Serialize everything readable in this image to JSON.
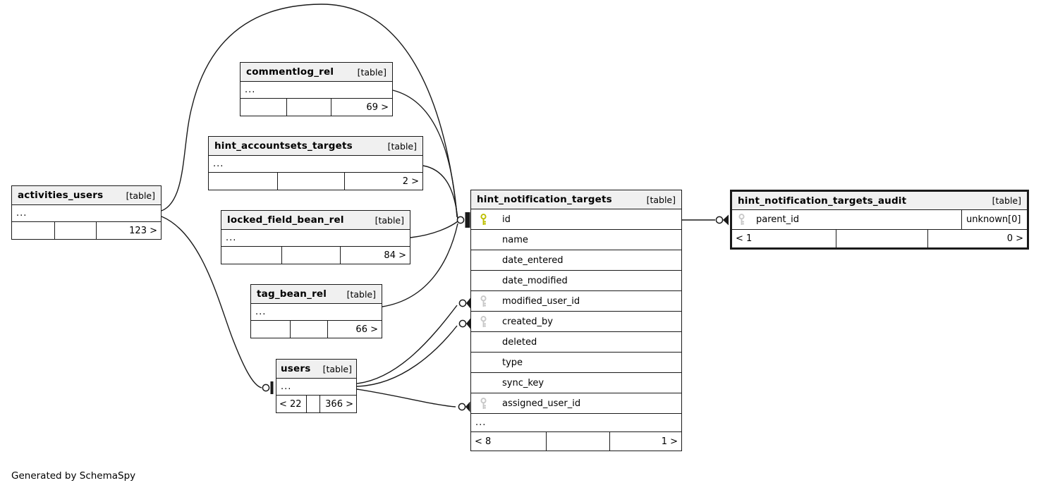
{
  "footer_note": "Generated by SchemaSpy",
  "type_label": "[table]",
  "ellipsis": "...",
  "colors": {
    "pk_key": "#bdbf00",
    "fk_key": "#c8c8c8",
    "header_bg": "#f0f0f0",
    "border": "#1a1a1a"
  },
  "tables": {
    "activities_users": {
      "name": "activities_users",
      "type_label": "[table]",
      "ellipsis": "...",
      "pager": {
        "left": "",
        "mid": "",
        "right": "123 >"
      }
    },
    "commentlog_rel": {
      "name": "commentlog_rel",
      "type_label": "[table]",
      "ellipsis": "...",
      "pager": {
        "left": "",
        "mid": "",
        "right": "69 >"
      }
    },
    "hint_accountsets_targets": {
      "name": "hint_accountsets_targets",
      "type_label": "[table]",
      "ellipsis": "...",
      "pager": {
        "left": "",
        "mid": "",
        "right": "2 >"
      }
    },
    "locked_field_bean_rel": {
      "name": "locked_field_bean_rel",
      "type_label": "[table]",
      "ellipsis": "...",
      "pager": {
        "left": "",
        "mid": "",
        "right": "84 >"
      }
    },
    "tag_bean_rel": {
      "name": "tag_bean_rel",
      "type_label": "[table]",
      "ellipsis": "...",
      "pager": {
        "left": "",
        "mid": "",
        "right": "66 >"
      }
    },
    "users": {
      "name": "users",
      "type_label": "[table]",
      "ellipsis": "...",
      "pager": {
        "left": "< 22",
        "mid": "",
        "right": "366 >"
      }
    },
    "hint_notification_targets": {
      "name": "hint_notification_targets",
      "type_label": "[table]",
      "ellipsis": "...",
      "pager": {
        "left": "< 8",
        "mid": "",
        "right": "1 >"
      },
      "columns": [
        {
          "name": "id",
          "key": "primary"
        },
        {
          "name": "name",
          "key": "none"
        },
        {
          "name": "date_entered",
          "key": "none"
        },
        {
          "name": "date_modified",
          "key": "none"
        },
        {
          "name": "modified_user_id",
          "key": "foreign"
        },
        {
          "name": "created_by",
          "key": "foreign"
        },
        {
          "name": "deleted",
          "key": "none"
        },
        {
          "name": "type",
          "key": "none"
        },
        {
          "name": "sync_key",
          "key": "none"
        },
        {
          "name": "assigned_user_id",
          "key": "foreign"
        }
      ]
    },
    "hint_notification_targets_audit": {
      "name": "hint_notification_targets_audit",
      "type_label": "[table]",
      "pager": {
        "left": "< 1",
        "mid": "",
        "right": "0 >"
      },
      "columns": [
        {
          "name": "parent_id",
          "key": "foreign",
          "note": "unknown[0]"
        }
      ]
    }
  }
}
